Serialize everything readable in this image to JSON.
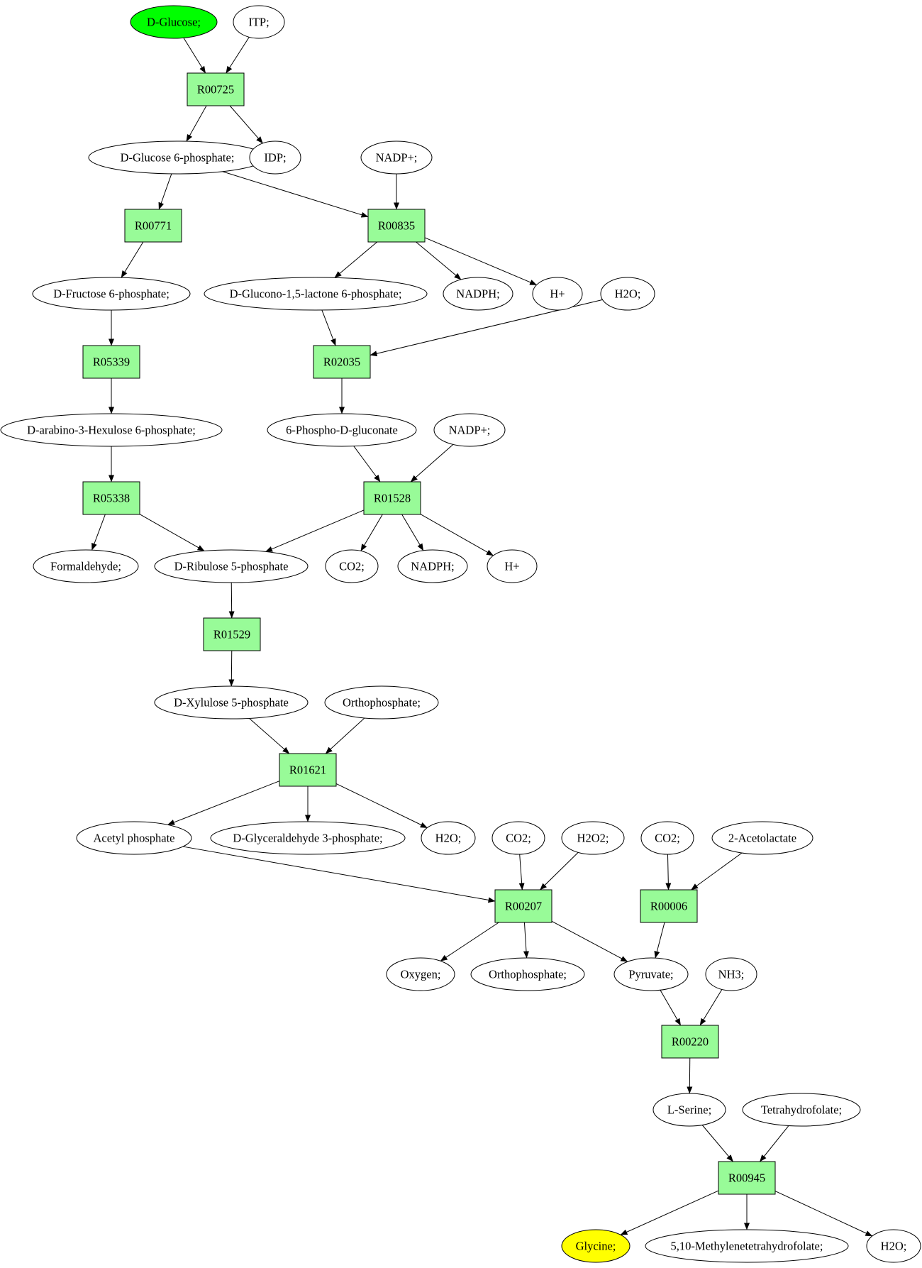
{
  "compound_fill": "#ffffff",
  "reaction_fill": "#98fb98",
  "start_fill": "#00ff00",
  "target_fill": "#ffff00",
  "compounds": [
    {
      "id": "c_dglucose",
      "label": "D-Glucose;",
      "role": "start"
    },
    {
      "id": "c_itp",
      "label": "ITP;"
    },
    {
      "id": "c_g6p",
      "label": "D-Glucose 6-phosphate;"
    },
    {
      "id": "c_idp",
      "label": "IDP;"
    },
    {
      "id": "c_nadp1",
      "label": "NADP+;"
    },
    {
      "id": "c_f6p",
      "label": "D-Fructose 6-phosphate;"
    },
    {
      "id": "c_gluconolactone",
      "label": "D-Glucono-1,5-lactone 6-phosphate;"
    },
    {
      "id": "c_nadph1",
      "label": "NADPH;"
    },
    {
      "id": "c_h1",
      "label": "H+"
    },
    {
      "id": "c_h2o1",
      "label": "H2O;"
    },
    {
      "id": "c_hexulose",
      "label": "D-arabino-3-Hexulose 6-phosphate;"
    },
    {
      "id": "c_6pg",
      "label": "6-Phospho-D-gluconate"
    },
    {
      "id": "c_nadp2",
      "label": "NADP+;"
    },
    {
      "id": "c_formaldehyde",
      "label": "Formaldehyde;"
    },
    {
      "id": "c_ru5p",
      "label": "D-Ribulose 5-phosphate"
    },
    {
      "id": "c_co2a",
      "label": "CO2;"
    },
    {
      "id": "c_nadph2",
      "label": "NADPH;"
    },
    {
      "id": "c_h2",
      "label": "H+"
    },
    {
      "id": "c_xu5p",
      "label": "D-Xylulose 5-phosphate"
    },
    {
      "id": "c_pi1",
      "label": "Orthophosphate;"
    },
    {
      "id": "c_acetylp",
      "label": "Acetyl phosphate"
    },
    {
      "id": "c_gap",
      "label": "D-Glyceraldehyde 3-phosphate;"
    },
    {
      "id": "c_h2o2",
      "label": "H2O;"
    },
    {
      "id": "c_co2b",
      "label": "CO2;"
    },
    {
      "id": "c_h2o2b",
      "label": "H2O2;"
    },
    {
      "id": "c_co2c",
      "label": "CO2;"
    },
    {
      "id": "c_acetolactate",
      "label": "2-Acetolactate"
    },
    {
      "id": "c_oxygen",
      "label": "Oxygen;"
    },
    {
      "id": "c_pi2",
      "label": "Orthophosphate;"
    },
    {
      "id": "c_pyruvate",
      "label": "Pyruvate;"
    },
    {
      "id": "c_nh3",
      "label": "NH3;"
    },
    {
      "id": "c_serine",
      "label": "L-Serine;"
    },
    {
      "id": "c_thf",
      "label": "Tetrahydrofolate;"
    },
    {
      "id": "c_glycine",
      "label": "Glycine;",
      "role": "target"
    },
    {
      "id": "c_mthf",
      "label": "5,10-Methylenetetrahydrofolate;"
    },
    {
      "id": "c_h2o3",
      "label": "H2O;"
    }
  ],
  "reactions": [
    {
      "id": "r_R00725",
      "label": "R00725"
    },
    {
      "id": "r_R00771",
      "label": "R00771"
    },
    {
      "id": "r_R00835",
      "label": "R00835"
    },
    {
      "id": "r_R05339",
      "label": "R05339"
    },
    {
      "id": "r_R02035",
      "label": "R02035"
    },
    {
      "id": "r_R05338",
      "label": "R05338"
    },
    {
      "id": "r_R01528",
      "label": "R01528"
    },
    {
      "id": "r_R01529",
      "label": "R01529"
    },
    {
      "id": "r_R01621",
      "label": "R01621"
    },
    {
      "id": "r_R00207",
      "label": "R00207"
    },
    {
      "id": "r_R00006",
      "label": "R00006"
    },
    {
      "id": "r_R00220",
      "label": "R00220"
    },
    {
      "id": "r_R00945",
      "label": "R00945"
    }
  ],
  "edges": [
    [
      "c_dglucose",
      "r_R00725"
    ],
    [
      "c_itp",
      "r_R00725"
    ],
    [
      "r_R00725",
      "c_g6p"
    ],
    [
      "r_R00725",
      "c_idp"
    ],
    [
      "c_g6p",
      "r_R00771"
    ],
    [
      "c_g6p",
      "r_R00835"
    ],
    [
      "c_nadp1",
      "r_R00835"
    ],
    [
      "r_R00771",
      "c_f6p"
    ],
    [
      "r_R00835",
      "c_gluconolactone"
    ],
    [
      "r_R00835",
      "c_nadph1"
    ],
    [
      "r_R00835",
      "c_h1"
    ],
    [
      "c_f6p",
      "r_R05339"
    ],
    [
      "c_gluconolactone",
      "r_R02035"
    ],
    [
      "c_h2o1",
      "r_R02035"
    ],
    [
      "r_R05339",
      "c_hexulose"
    ],
    [
      "r_R02035",
      "c_6pg"
    ],
    [
      "c_hexulose",
      "r_R05338"
    ],
    [
      "c_6pg",
      "r_R01528"
    ],
    [
      "c_nadp2",
      "r_R01528"
    ],
    [
      "r_R05338",
      "c_formaldehyde"
    ],
    [
      "r_R05338",
      "c_ru5p"
    ],
    [
      "r_R01528",
      "c_ru5p"
    ],
    [
      "r_R01528",
      "c_co2a"
    ],
    [
      "r_R01528",
      "c_nadph2"
    ],
    [
      "r_R01528",
      "c_h2"
    ],
    [
      "c_ru5p",
      "r_R01529"
    ],
    [
      "r_R01529",
      "c_xu5p"
    ],
    [
      "c_xu5p",
      "r_R01621"
    ],
    [
      "c_pi1",
      "r_R01621"
    ],
    [
      "r_R01621",
      "c_acetylp"
    ],
    [
      "r_R01621",
      "c_gap"
    ],
    [
      "r_R01621",
      "c_h2o2"
    ],
    [
      "c_acetylp",
      "r_R00207"
    ],
    [
      "c_co2b",
      "r_R00207"
    ],
    [
      "c_h2o2b",
      "r_R00207"
    ],
    [
      "c_co2c",
      "r_R00006"
    ],
    [
      "c_acetolactate",
      "r_R00006"
    ],
    [
      "r_R00207",
      "c_oxygen"
    ],
    [
      "r_R00207",
      "c_pi2"
    ],
    [
      "r_R00207",
      "c_pyruvate"
    ],
    [
      "r_R00006",
      "c_pyruvate"
    ],
    [
      "c_pyruvate",
      "r_R00220"
    ],
    [
      "c_nh3",
      "r_R00220"
    ],
    [
      "r_R00220",
      "c_serine"
    ],
    [
      "c_serine",
      "r_R00945"
    ],
    [
      "c_thf",
      "r_R00945"
    ],
    [
      "r_R00945",
      "c_glycine"
    ],
    [
      "r_R00945",
      "c_mthf"
    ],
    [
      "r_R00945",
      "c_h2o3"
    ]
  ]
}
